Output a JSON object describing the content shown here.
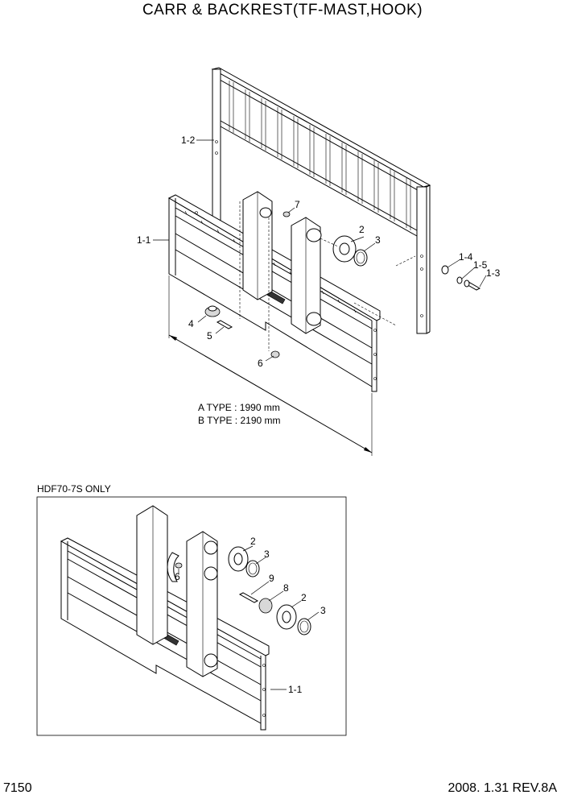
{
  "title": "CARR & BACKREST(TF-MAST,HOOK)",
  "page_number": "7150",
  "revision": "2008. 1.31  REV.8A",
  "inset_title": "HDF70-7S ONLY",
  "dimensions": {
    "a_type": "A TYPE : 1990 mm",
    "b_type": "B TYPE : 2190 mm"
  },
  "main_labels": {
    "p1_2": "1-2",
    "p1_1": "1-1",
    "p7": "7",
    "p2": "2",
    "p3": "3",
    "p1_4": "1-4",
    "p1_5": "1-5",
    "p1_3": "1-3",
    "p4": "4",
    "p5": "5",
    "p6": "6"
  },
  "inset_labels": {
    "p2a": "2",
    "p3a": "3",
    "p6": "6",
    "p9": "9",
    "p8": "8",
    "p2b": "2",
    "p3b": "3",
    "p1_1": "1-1"
  }
}
